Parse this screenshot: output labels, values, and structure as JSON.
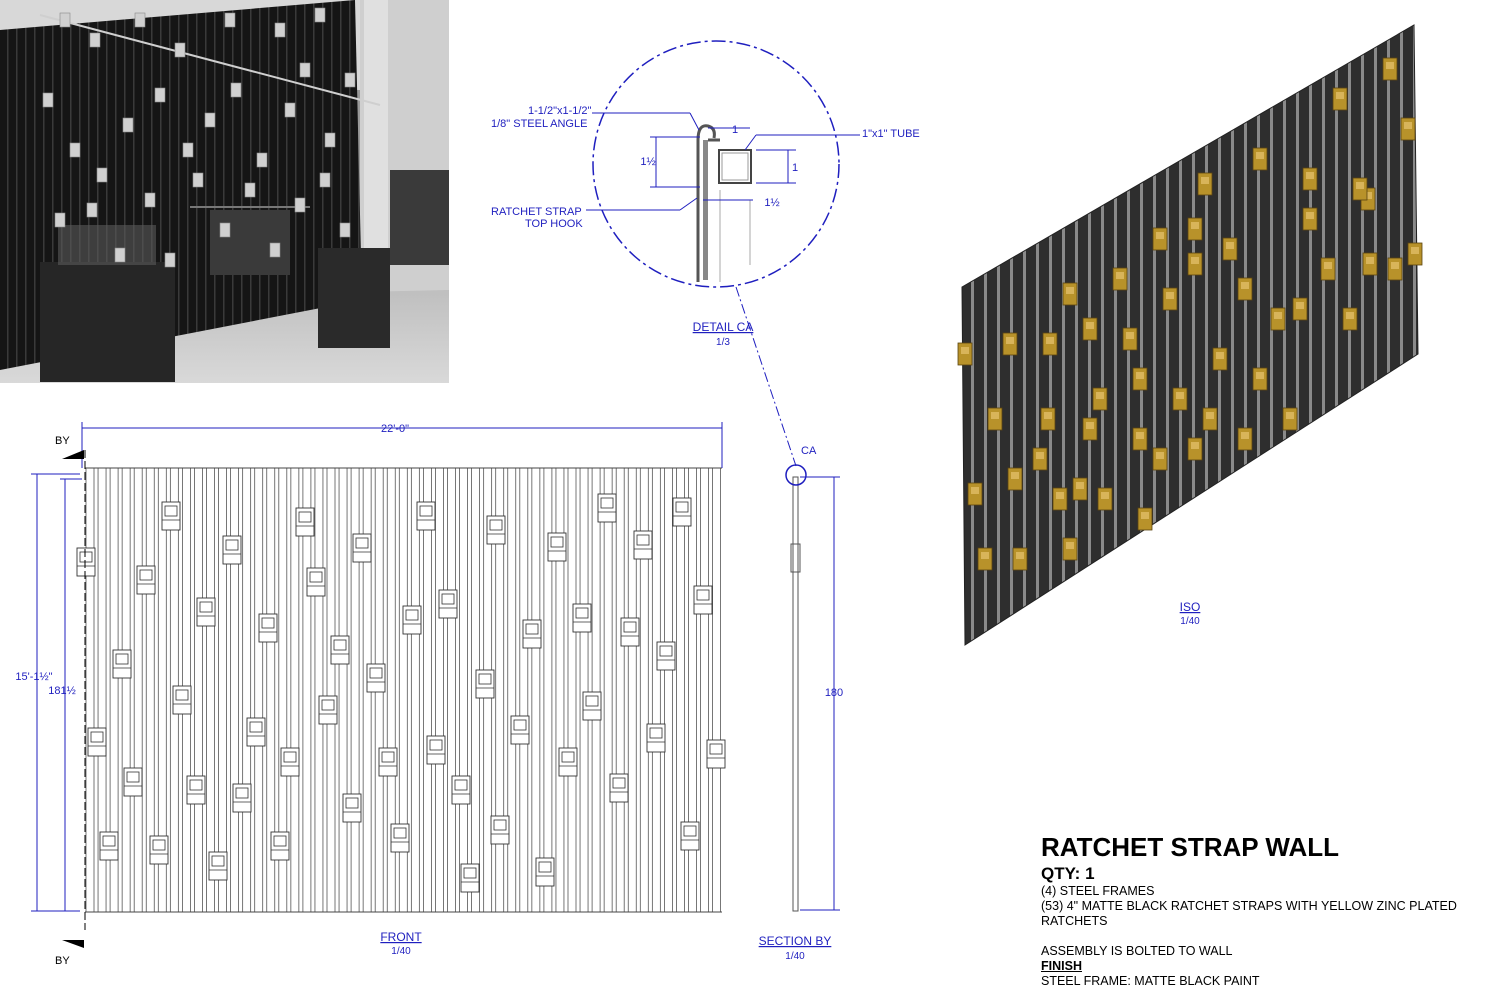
{
  "detail": {
    "angle_label_1": "1-1/2\"x1-1/2\"",
    "angle_label_2": "1/8\" STEEL ANGLE",
    "tube_label": "1\"x1\" TUBE",
    "hook_label_1": "RATCHET STRAP",
    "hook_label_2": "TOP HOOK",
    "dim_top": "1",
    "dim_left": "1½",
    "dim_right": "1",
    "dim_bottom": "1½",
    "title": "DETAIL  CA",
    "scale": "1/3"
  },
  "front": {
    "width_dim": "22'-0\"",
    "height_dim_ft": "15'-1½\"",
    "height_dim_in": "181½",
    "section_marker": "BY",
    "title": "FRONT",
    "scale": "1/40"
  },
  "section": {
    "callout": "CA",
    "height_dim": "180",
    "title": "SECTION BY",
    "scale": "1/40"
  },
  "iso": {
    "title": "ISO",
    "scale": "1/40"
  },
  "title_block": {
    "title": "RATCHET STRAP WALL",
    "qty": "QTY: 1",
    "line1": "(4) STEEL FRAMES",
    "line2": "(53) 4\" MATTE BLACK RATCHET STRAPS WITH YELLOW ZINC PLATED",
    "line3": "RATCHETS",
    "line4": "ASSEMBLY IS BOLTED TO WALL",
    "finish_heading": "FINISH",
    "finish_line": "STEEL FRAME: MATTE BLACK PAINT"
  },
  "colors": {
    "annotation": "#1f1fbf",
    "frame": "#2b2b2b",
    "ratchet": "#b8922a"
  }
}
